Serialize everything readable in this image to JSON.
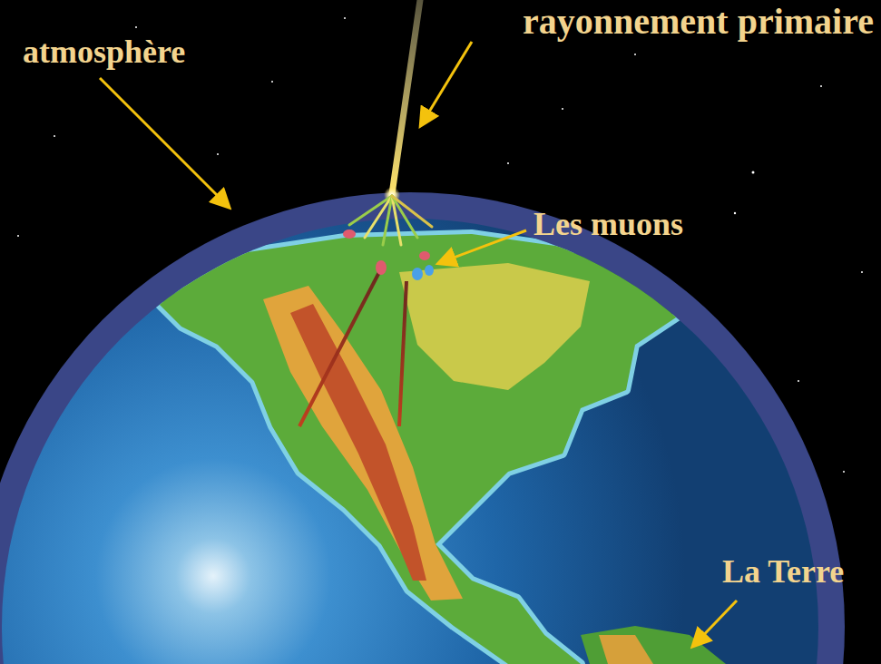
{
  "diagram": {
    "labels": [
      "rayonnement primaire",
      "atmosphère",
      "Les muons",
      "La Terre"
    ]
  }
}
